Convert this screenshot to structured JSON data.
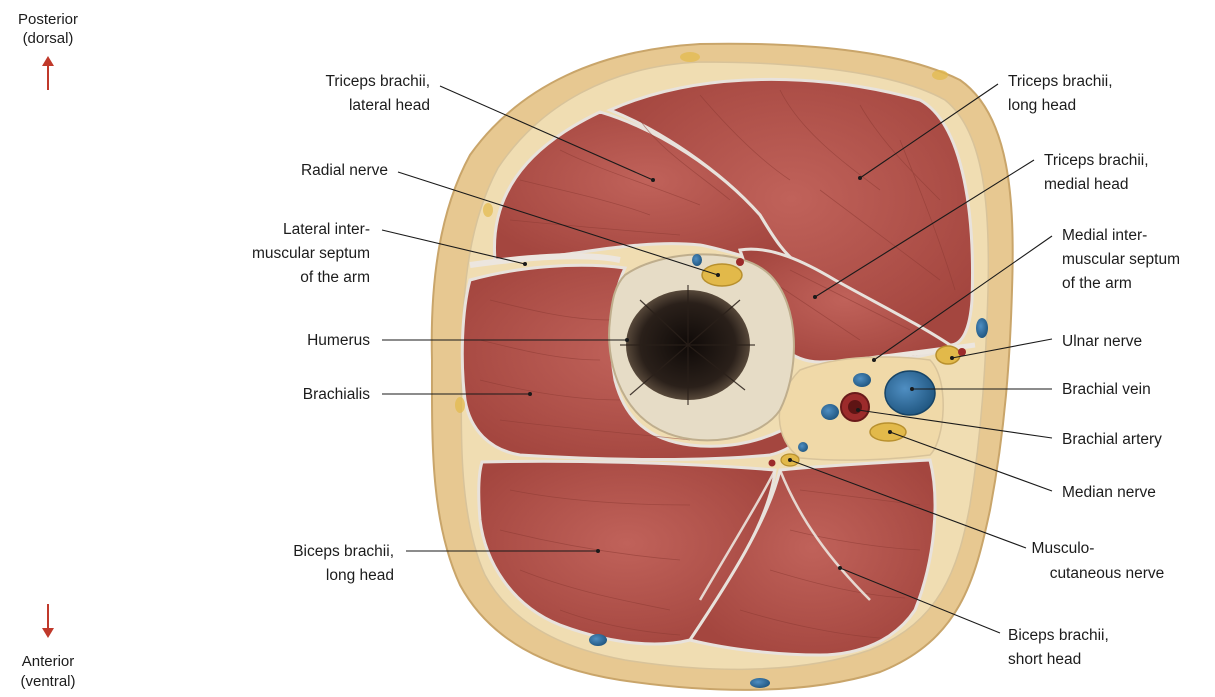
{
  "orientation": {
    "top_line1": "Posterior",
    "top_line2": "(dorsal)",
    "bottom_line1": "Anterior",
    "bottom_line2": "(ventral)",
    "arrow_color": "#c0392b"
  },
  "labels": {
    "triceps_lateral": [
      "Triceps brachii,",
      "lateral head"
    ],
    "triceps_long": [
      "Triceps brachii,",
      "long head"
    ],
    "triceps_medial": [
      "Triceps brachii,",
      "medial head"
    ],
    "radial_nerve": [
      "Radial nerve"
    ],
    "lateral_septum": [
      "Lateral inter-",
      "muscular septum",
      "of the arm"
    ],
    "medial_septum": [
      "Medial inter-",
      "muscular septum",
      "of the arm"
    ],
    "humerus": [
      "Humerus"
    ],
    "brachialis": [
      "Brachialis"
    ],
    "ulnar_nerve": [
      "Ulnar nerve"
    ],
    "brachial_vein": [
      "Brachial vein"
    ],
    "brachial_artery": [
      "Brachial artery"
    ],
    "median_nerve": [
      "Median nerve"
    ],
    "musculocutaneous_nerve": [
      "Musculo-",
      "cutaneous nerve"
    ],
    "biceps_long": [
      "Biceps brachii,",
      "long head"
    ],
    "biceps_short": [
      "Biceps brachii,",
      "short head"
    ]
  },
  "colors": {
    "skin": "#e6c58c",
    "fat": "#efd8a6",
    "muscle": "#b4544c",
    "muscle_dark": "#8f3a34",
    "fascia": "#e9e4df",
    "bone_cortex": "#e3d8c2",
    "marrow": "#1a1411",
    "vein": "#2c6ea3",
    "artery": "#9c2b2b",
    "nerve": "#e2b94a"
  }
}
